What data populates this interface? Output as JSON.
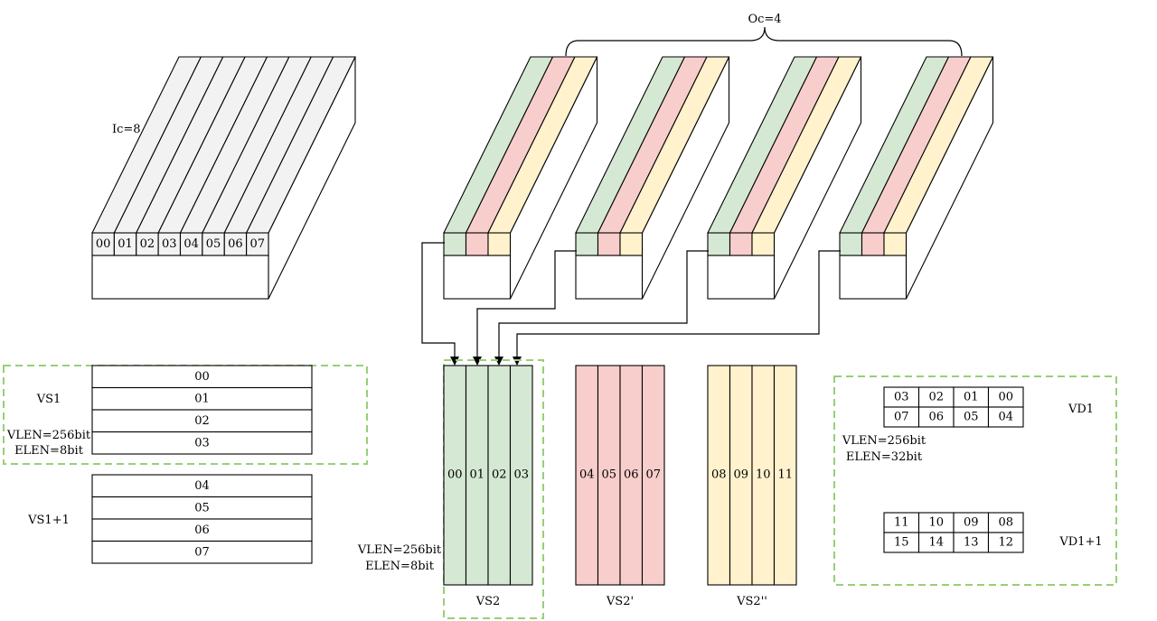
{
  "colors": {
    "stroke": "#000000",
    "gray_fill": "#f2f2f2",
    "green_fill": "#d5e8d4",
    "red_fill": "#f8cecc",
    "yellow_fill": "#fff2cc",
    "dash_green": "#97d077"
  },
  "input_tensor": {
    "ic_label": "Ic=8",
    "cells": [
      "00",
      "01",
      "02",
      "03",
      "04",
      "05",
      "06",
      "07"
    ]
  },
  "kernels": {
    "oc_label": "Oc=4"
  },
  "vs1": {
    "label": "VS1",
    "vlen": "VLEN=256bit",
    "elen": "ELEN=8bit",
    "rows": [
      "00",
      "01",
      "02",
      "03"
    ]
  },
  "vs1_next": {
    "label": "VS1+1",
    "rows": [
      "04",
      "05",
      "06",
      "07"
    ]
  },
  "vs2": {
    "label": "VS2",
    "vlen": "VLEN=256bit",
    "elen": "ELEN=8bit",
    "cols": [
      "00",
      "01",
      "02",
      "03"
    ]
  },
  "vs2_prime": {
    "label": "VS2'",
    "cols": [
      "04",
      "05",
      "06",
      "07"
    ]
  },
  "vs2_dprime": {
    "label": "VS2''",
    "cols": [
      "08",
      "09",
      "10",
      "11"
    ]
  },
  "vd1": {
    "label": "VD1",
    "vlen": "VLEN=256bit",
    "elen": "ELEN=32bit",
    "row1": [
      "03",
      "02",
      "01",
      "00"
    ],
    "row2": [
      "07",
      "06",
      "05",
      "04"
    ]
  },
  "vd1_next": {
    "label": "VD1+1",
    "row1": [
      "11",
      "10",
      "09",
      "08"
    ],
    "row2": [
      "15",
      "14",
      "13",
      "12"
    ]
  }
}
